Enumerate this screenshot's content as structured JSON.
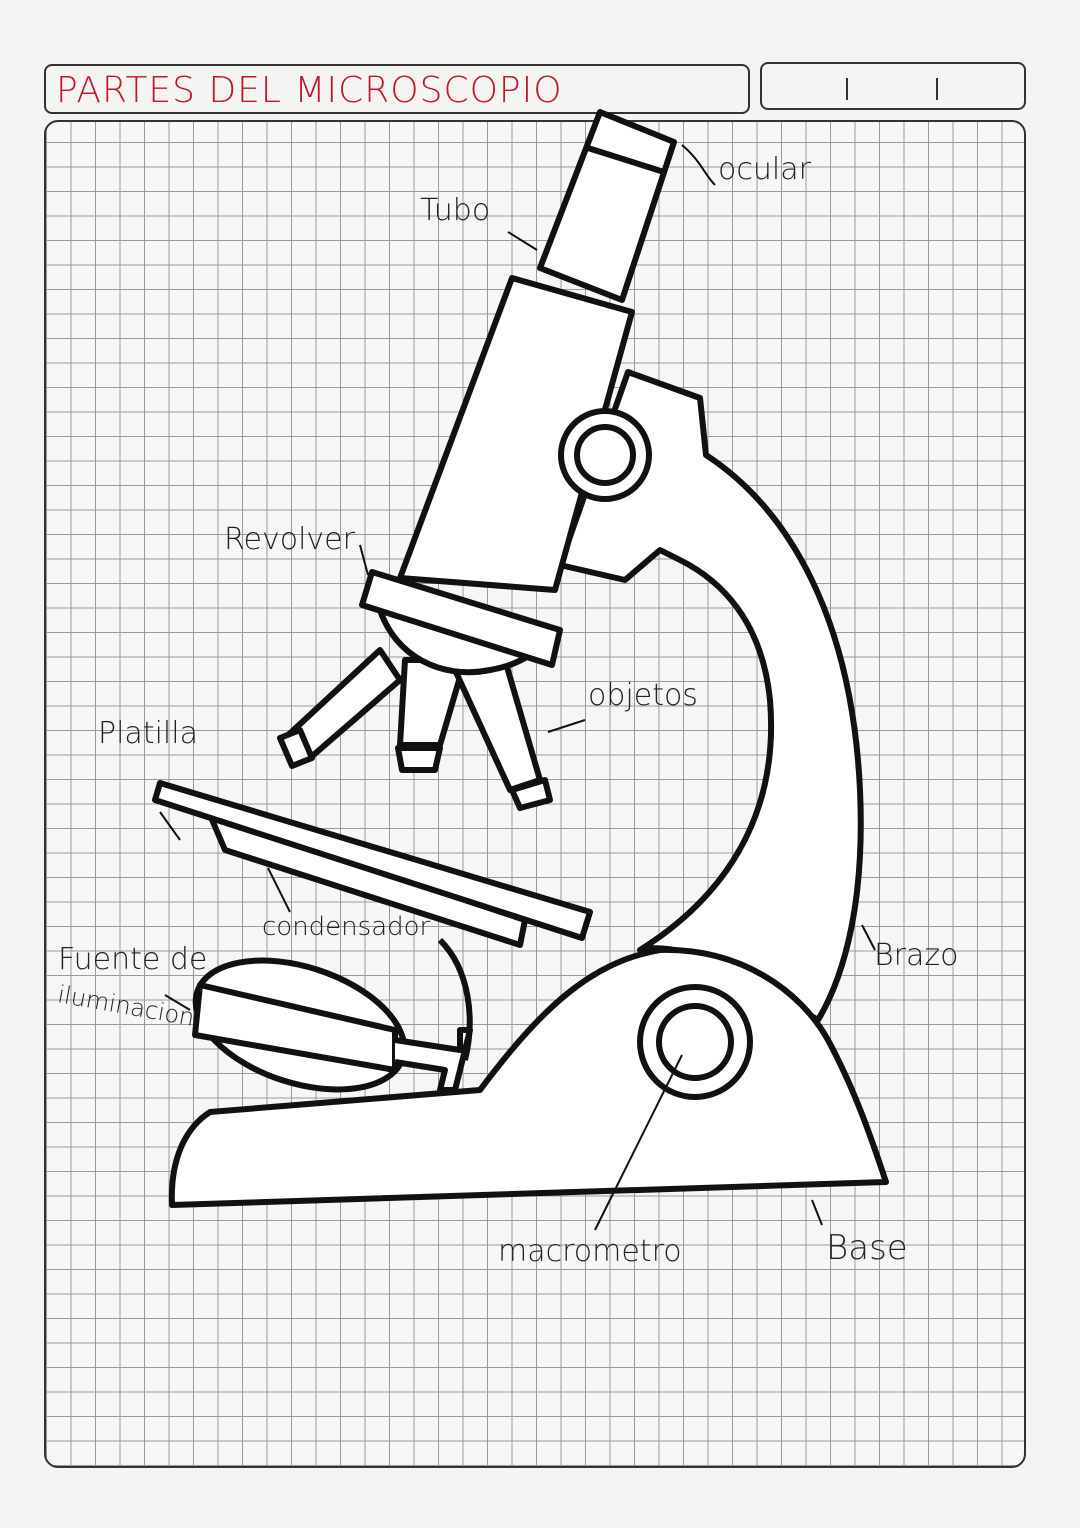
{
  "title": "PARTES DEL MICROSCOPIO",
  "labels": {
    "ocular": "ocular",
    "tubo": "Tubo",
    "revolver": "Revolver",
    "objetos": "objetos",
    "platilla": "Platilla",
    "condensador": "condensador",
    "fuente_line1": "Fuente de",
    "fuente_line2": "iluminacion",
    "brazo": "Brazo",
    "macrometro": "macrometro",
    "base": "Base"
  },
  "colors": {
    "title": "#c0182a",
    "ink": "#111111",
    "grid": "#9a9a9a"
  }
}
